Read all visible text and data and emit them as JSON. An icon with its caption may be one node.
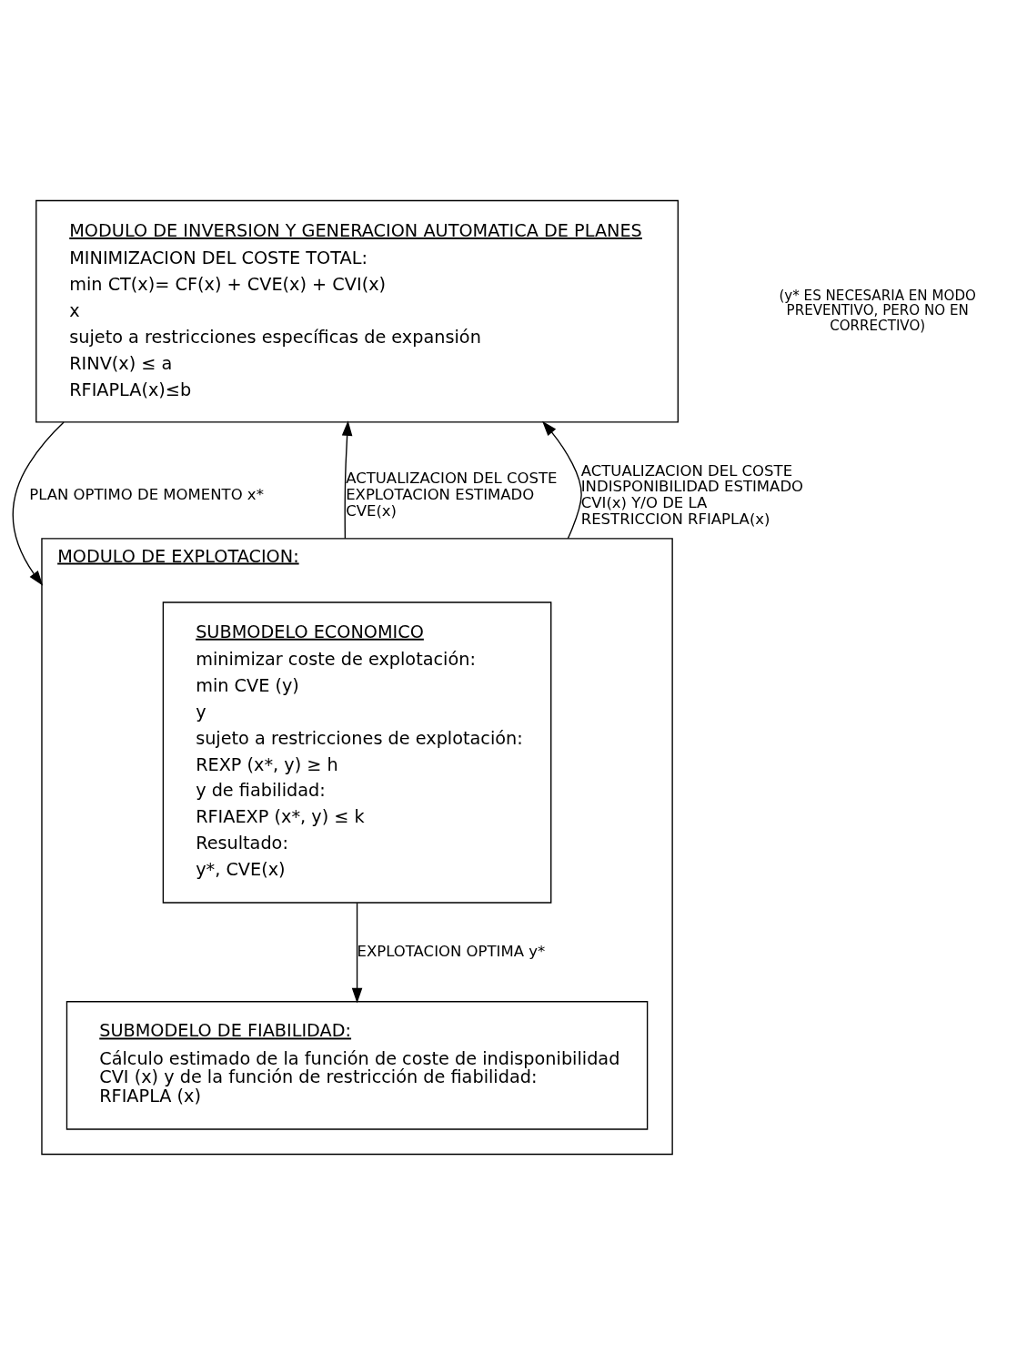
{
  "diagram": {
    "nodes": [
      {
        "text": [
          "MODULO DE INVERSION Y GENERACION AUTOMATICA DE PLANES",
          "MINIMIZACION DEL COSTE TOTAL:",
          "min CT(x)= CF(x) + CVE(x) + CVI(x)",
          "x",
          "sujeto a restricciones específicas de expansión",
          "RINV(x) ≤ a",
          "RFIAPLA(x)≤b"
        ]
      },
      {
        "text": [
          "MODULO DE EXPLOTACION:"
        ]
      },
      {
        "text": [
          "SUBMODELO ECONOMICO",
          "minimizar coste de explotación:",
          "min CVE (y)",
          "y",
          "sujeto a restricciones de explotación:",
          "REXP (x*, y) ≥ h",
          "y de fiabilidad:",
          "RFIAEXP (x*, y) ≤ k",
          "Resultado:",
          "y*, CVE(x)"
        ],
        "in": 1
      },
      {
        "text": [
          "SUBMODELO DE FIABILIDAD:",
          "Cálculo estimado de la función de coste de indisponibilidad CVI (x) y de la función de restricción de fiabilidad: RFIAPLA (x)"
        ],
        "in": 1
      }
    ],
    "edges": [
      {
        "from": 0,
        "to": 1,
        "arrow": "to",
        "label": "PLAN OPTIMO DE MOMENTO x*"
      },
      {
        "from": 1,
        "to": 0,
        "arrow": "to",
        "label": "ACTUALIZACION DEL COSTE EXPLOTACION ESTIMADO CVE(x)"
      },
      {
        "from": 1,
        "to": 0,
        "arrow": "to",
        "label": "ACTUALIZACION DEL COSTE INDISPONIBILIDAD ESTIMADO CVI(x) Y/O DE LA RESTRICCION RFIAPLA(x)"
      },
      {
        "from": 2,
        "to": 3,
        "arrow": "to",
        "label": "EXPLOTACION OPTIMA y*"
      }
    ],
    "labels": [
      "(y* ES NECESARIA EN MODO PREVENTIVO, PERO NO EN CORRECTIVO)"
    ]
  }
}
